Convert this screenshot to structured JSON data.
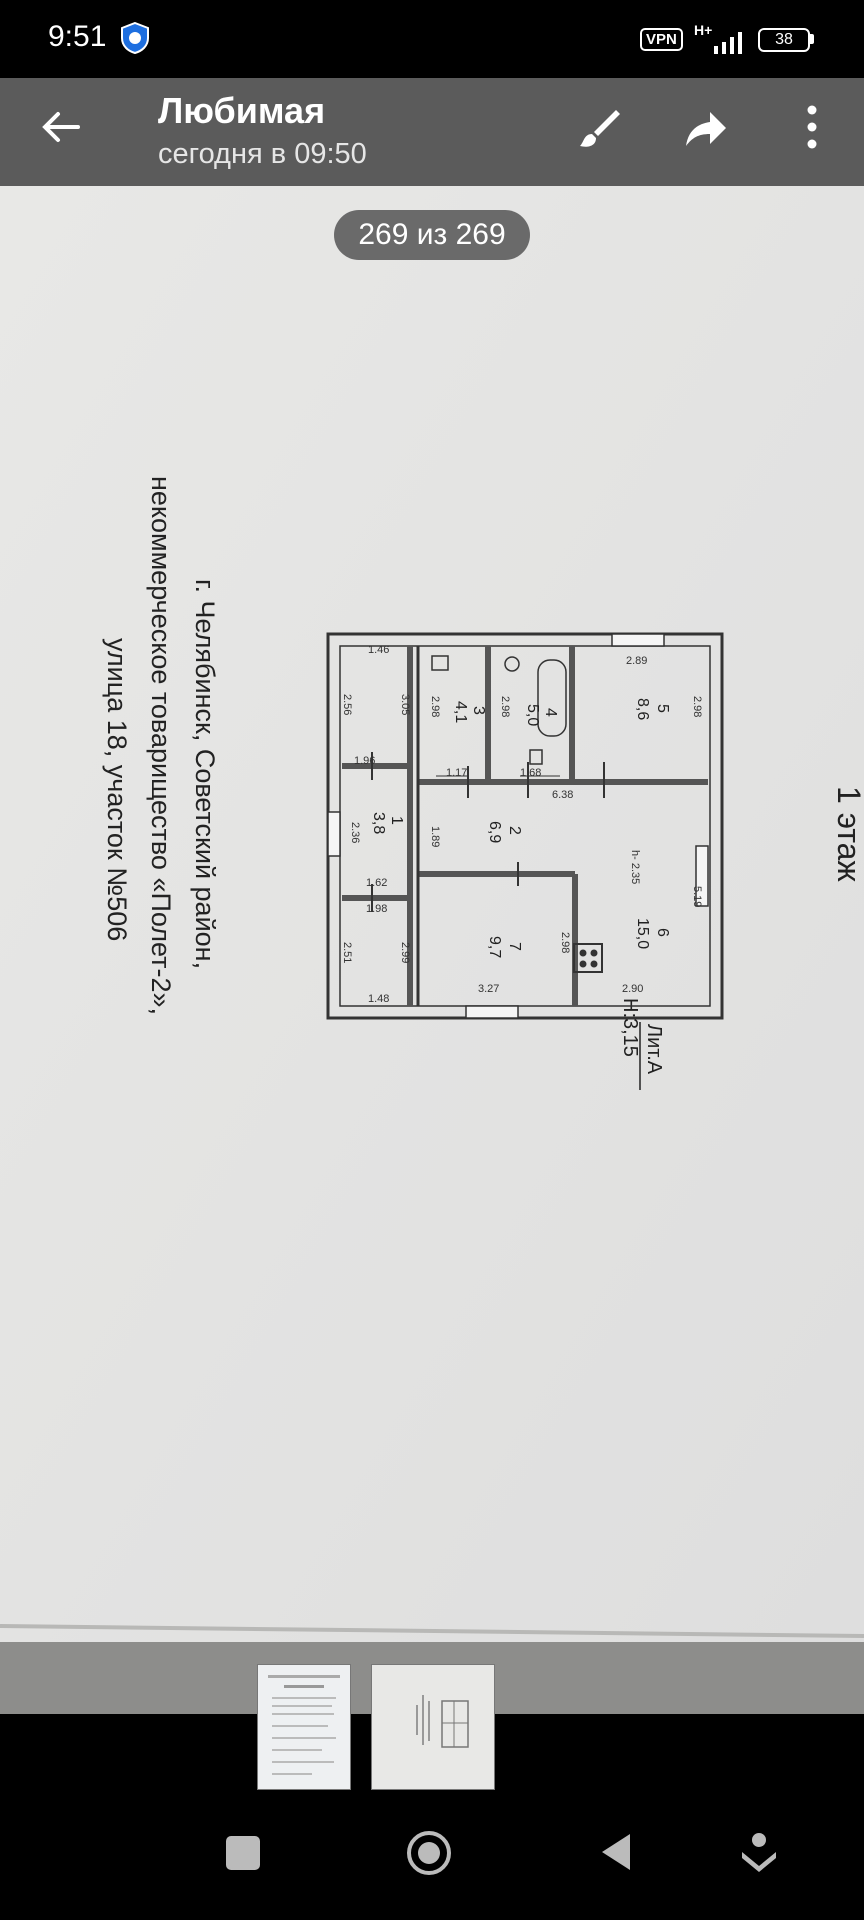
{
  "status_bar": {
    "time": "9:51",
    "vpn": "VPN",
    "network": "H+",
    "battery": "38"
  },
  "header": {
    "title": "Любимая",
    "subtitle": "сегодня в 09:50"
  },
  "counter": "269 из 269",
  "document": {
    "address_line1": "г. Челябинск, Советский район,",
    "address_line2": "некоммерческое товарищество «Полет-2»,",
    "address_line3": "улица 18, участок №506",
    "floor_label": "1 этаж",
    "lit_label": "Лит.А",
    "height_label": "Н:3,15",
    "rooms": [
      {
        "number": "1",
        "area": "3,8"
      },
      {
        "number": "2",
        "area": "6,9"
      },
      {
        "number": "3",
        "area": "4,1"
      },
      {
        "number": "4",
        "area": "5,0"
      },
      {
        "number": "5",
        "area": "8,6"
      },
      {
        "number": "6",
        "area": "15,0"
      },
      {
        "number": "7",
        "area": "9,7"
      }
    ],
    "dimensions": {
      "d146": "1.46",
      "d256": "2.56",
      "d305": "3.05",
      "d196": "1.96",
      "d236": "2.36",
      "d162": "1.62",
      "d198a": "1.98",
      "d251": "2.51",
      "d299": "2.99",
      "d148a": "1.48",
      "d289": "2.89",
      "d298a": "2.98",
      "d638": "6.38",
      "d519": "5.19",
      "d290": "2.90",
      "d327": "3.27",
      "d298b": "2.98",
      "d189": "1.89",
      "d298c": "2.98",
      "d117": "1.17",
      "d298d": "2.98",
      "d168": "1.68",
      "d235": "h- 2.35"
    }
  }
}
